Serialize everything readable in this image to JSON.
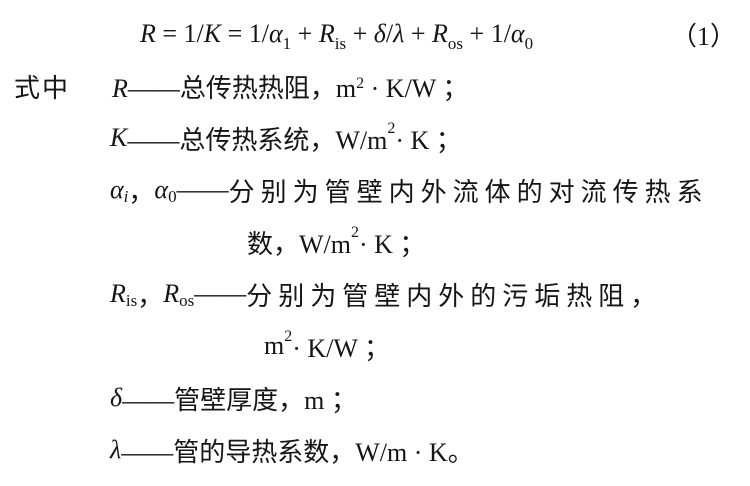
{
  "page": {
    "background": "#ffffff",
    "text_color": "#151515"
  },
  "equation": {
    "number": "（1）",
    "segments": [
      {
        "t": "R",
        "c": "var"
      },
      {
        "t": " = 1/",
        "c": ""
      },
      {
        "t": "K",
        "c": "var"
      },
      {
        "t": " = 1/",
        "c": ""
      },
      {
        "t": "α",
        "c": "var"
      },
      {
        "t": "1",
        "c": "sub"
      },
      {
        "t": " + ",
        "c": ""
      },
      {
        "t": "R",
        "c": "var"
      },
      {
        "t": "is",
        "c": "sub"
      },
      {
        "t": " + ",
        "c": ""
      },
      {
        "t": "δ",
        "c": "var"
      },
      {
        "t": "/",
        "c": ""
      },
      {
        "t": "λ",
        "c": "var"
      },
      {
        "t": " + ",
        "c": ""
      },
      {
        "t": "R",
        "c": "var"
      },
      {
        "t": "os",
        "c": "sub"
      },
      {
        "t": " + 1/",
        "c": ""
      },
      {
        "t": "α",
        "c": "var"
      },
      {
        "t": "0",
        "c": "sub"
      }
    ]
  },
  "definitions": {
    "lead_label": "式中",
    "line_r": [
      {
        "t": "R",
        "c": "var"
      },
      {
        "t": "——总传热热阻，m",
        "c": ""
      },
      {
        "t": "2",
        "c": "sup"
      },
      {
        "t": " · K/W ；",
        "c": ""
      }
    ],
    "line_k": [
      {
        "t": "K",
        "c": "var"
      },
      {
        "t": "——总传热系统，W/m",
        "c": ""
      },
      {
        "t": "2",
        "c": "sup"
      },
      {
        "t": " · K ；",
        "c": ""
      }
    ],
    "line_alpha_1": [
      {
        "t": "α",
        "c": "var"
      },
      {
        "t": "i",
        "c": "sub var"
      },
      {
        "t": "，",
        "c": ""
      },
      {
        "t": "α",
        "c": "var"
      },
      {
        "t": "0",
        "c": "sub"
      },
      {
        "t": "——",
        "c": ""
      },
      {
        "t": "分别为管壁内外流体的对流传热系",
        "c": "sp"
      }
    ],
    "line_alpha_2": [
      {
        "t": "数，W/m",
        "c": ""
      },
      {
        "t": "2",
        "c": "sup"
      },
      {
        "t": " · K ；",
        "c": ""
      }
    ],
    "line_rf_1": [
      {
        "t": "R",
        "c": "var"
      },
      {
        "t": "is",
        "c": "sub"
      },
      {
        "t": "，",
        "c": ""
      },
      {
        "t": "R",
        "c": "var"
      },
      {
        "t": "os",
        "c": "sub"
      },
      {
        "t": "——",
        "c": ""
      },
      {
        "t": "分别为管壁内外的污垢热阻，",
        "c": "sp"
      }
    ],
    "line_rf_2": [
      {
        "t": "m",
        "c": ""
      },
      {
        "t": "2",
        "c": "sup"
      },
      {
        "t": " · K/W ；",
        "c": ""
      }
    ],
    "line_delta": [
      {
        "t": "δ",
        "c": "var"
      },
      {
        "t": "——管壁厚度，m ；",
        "c": ""
      }
    ],
    "line_lambda": [
      {
        "t": "λ",
        "c": "var"
      },
      {
        "t": "——管的导热系数，W/m · K。",
        "c": ""
      }
    ]
  }
}
